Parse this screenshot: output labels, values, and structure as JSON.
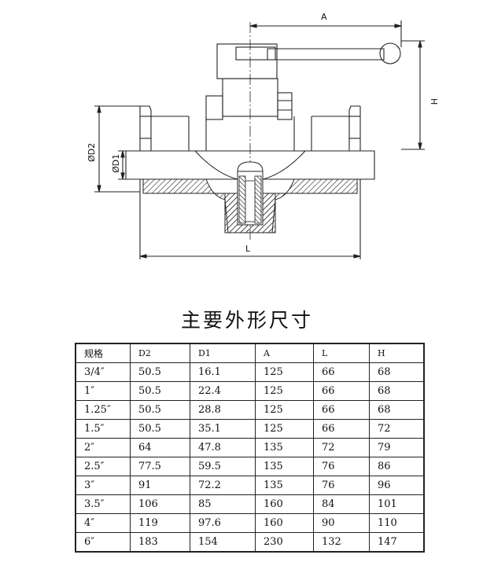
{
  "drawing": {
    "labels": {
      "A": "A",
      "H": "H",
      "L": "L",
      "D1": "ØD1",
      "D2": "ØD2"
    }
  },
  "title": "主要外形尺寸",
  "table": {
    "headers": [
      "规格",
      "D2",
      "D1",
      "A",
      "L",
      "H"
    ],
    "rows": [
      [
        "3/4″",
        "50.5",
        "16.1",
        "125",
        "66",
        "68"
      ],
      [
        "1″",
        "50.5",
        "22.4",
        "125",
        "66",
        "68"
      ],
      [
        "1.25″",
        "50.5",
        "28.8",
        "125",
        "66",
        "68"
      ],
      [
        "1.5″",
        "50.5",
        "35.1",
        "125",
        "66",
        "72"
      ],
      [
        "2″",
        "64",
        "47.8",
        "135",
        "72",
        "79"
      ],
      [
        "2.5″",
        "77.5",
        "59.5",
        "135",
        "76",
        "86"
      ],
      [
        "3″",
        "91",
        "72.2",
        "135",
        "76",
        "96"
      ],
      [
        "3.5″",
        "106",
        "85",
        "160",
        "84",
        "101"
      ],
      [
        "4″",
        "119",
        "97.6",
        "160",
        "90",
        "110"
      ],
      [
        "6″",
        "183",
        "154",
        "230",
        "132",
        "147"
      ]
    ]
  }
}
